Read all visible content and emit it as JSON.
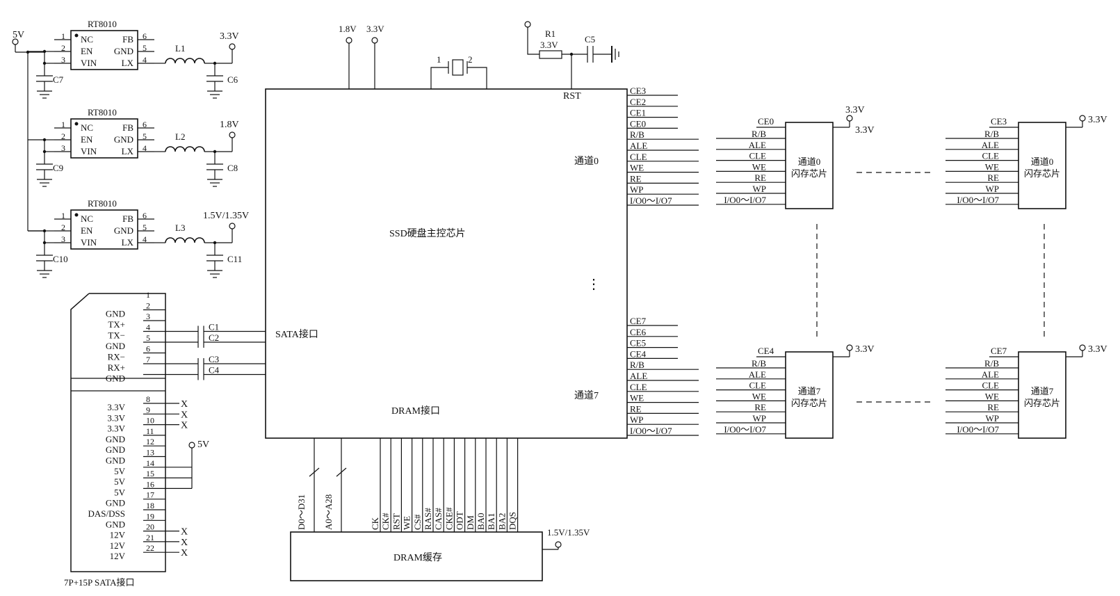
{
  "regulators": [
    {
      "name": "RT8010",
      "pins_left": [
        "NC",
        "EN",
        "VIN"
      ],
      "pins_right": [
        "FB",
        "GND",
        "LX"
      ],
      "nums_left": [
        "1",
        "2",
        "3"
      ],
      "nums_right": [
        "6",
        "5",
        "4"
      ],
      "inductor": "L1",
      "out_voltage": "3.3V",
      "cap_in": "C7",
      "cap_out": "C6"
    },
    {
      "name": "RT8010",
      "pins_left": [
        "NC",
        "EN",
        "VIN"
      ],
      "pins_right": [
        "FB",
        "GND",
        "LX"
      ],
      "nums_left": [
        "1",
        "2",
        "3"
      ],
      "nums_right": [
        "6",
        "5",
        "4"
      ],
      "inductor": "L2",
      "out_voltage": "1.8V",
      "cap_in": "C9",
      "cap_out": "C8"
    },
    {
      "name": "RT8010",
      "pins_left": [
        "NC",
        "EN",
        "VIN"
      ],
      "pins_right": [
        "FB",
        "GND",
        "LX"
      ],
      "nums_left": [
        "1",
        "2",
        "3"
      ],
      "nums_right": [
        "6",
        "5",
        "4"
      ],
      "inductor": "L3",
      "out_voltage": "1.5V/1.35V",
      "cap_in": "C10",
      "cap_out": "C11"
    }
  ],
  "supply_5v": "5V",
  "controller": {
    "name": "SSD硬盘主控芯片",
    "sata_label": "SATA接口",
    "dram_label": "DRAM接口",
    "rst": "RST",
    "v18": "1.8V",
    "v33": "3.3V",
    "ch0": "通道0",
    "ch7": "通道7",
    "dots": "⋮"
  },
  "crystal": {
    "pin1": "1",
    "pin2": "2"
  },
  "reset": {
    "r": "R1",
    "rv": "3.3V",
    "c": "C5"
  },
  "ch0_signals": [
    "CE3",
    "CE2",
    "CE1",
    "CE0",
    "R/B",
    "ALE",
    "CLE",
    "WE",
    "RE",
    "WP",
    "I/O0～I/O7"
  ],
  "ch7_signals": [
    "CE7",
    "CE6",
    "CE5",
    "CE4",
    "R/B",
    "ALE",
    "CLE",
    "WE",
    "RE",
    "WP",
    "I/O0～I/O7"
  ],
  "flash_pins": [
    "R/B",
    "ALE",
    "CLE",
    "WE",
    "RE",
    "WP",
    "I/O0～I/O7"
  ],
  "flash_chips": [
    {
      "ce": "CE0",
      "vcc": "3.3V",
      "vcc2": "3.3V",
      "label1": "通道0",
      "label2": "闪存芯片"
    },
    {
      "ce": "CE3",
      "vcc": "3.3V",
      "label1": "通道0",
      "label2": "闪存芯片"
    },
    {
      "ce": "CE4",
      "vcc": "3.3V",
      "label1": "通道7",
      "label2": "闪存芯片"
    },
    {
      "ce": "CE7",
      "vcc": "3.3V",
      "label1": "通道7",
      "label2": "闪存芯片"
    }
  ],
  "sata": {
    "title": "7P+15P SATA接口",
    "caps": [
      "C1",
      "C2",
      "C3",
      "C4"
    ],
    "data_pins": [
      {
        "n": "1",
        "l": ""
      },
      {
        "n": "2",
        "l": "GND"
      },
      {
        "n": "3",
        "l": "TX+"
      },
      {
        "n": "4",
        "l": "TX−"
      },
      {
        "n": "5",
        "l": "GND"
      },
      {
        "n": "6",
        "l": "RX−"
      },
      {
        "n": "7",
        "l": "RX+"
      },
      {
        "n": "",
        "l": "GND"
      }
    ],
    "power_pins": [
      {
        "n": "8",
        "l": "3.3V",
        "x": "X"
      },
      {
        "n": "9",
        "l": "3.3V",
        "x": "X"
      },
      {
        "n": "10",
        "l": "3.3V",
        "x": "X"
      },
      {
        "n": "11",
        "l": "GND",
        "x": ""
      },
      {
        "n": "12",
        "l": "GND",
        "x": ""
      },
      {
        "n": "13",
        "l": "GND",
        "x": ""
      },
      {
        "n": "14",
        "l": "5V",
        "x": ""
      },
      {
        "n": "15",
        "l": "5V",
        "x": ""
      },
      {
        "n": "16",
        "l": "5V",
        "x": ""
      },
      {
        "n": "17",
        "l": "GND",
        "x": ""
      },
      {
        "n": "18",
        "l": "DAS/DSS",
        "x": ""
      },
      {
        "n": "19",
        "l": "GND",
        "x": ""
      },
      {
        "n": "20",
        "l": "12V",
        "x": "X"
      },
      {
        "n": "21",
        "l": "12V",
        "x": "X"
      },
      {
        "n": "22",
        "l": "12V",
        "x": "X"
      }
    ],
    "v5": "5V"
  },
  "dram": {
    "name": "DRAM缓存",
    "vcc": "1.5V/1.35V",
    "bus1": "D0～D31",
    "bus2": "A0～A28",
    "signals": [
      "CK",
      "CK#",
      "RST",
      "WE",
      "CS#",
      "RAS#",
      "CAS#",
      "CKE#",
      "ODT",
      "DM",
      "BA0",
      "BA1",
      "BA2",
      "DQS"
    ]
  }
}
